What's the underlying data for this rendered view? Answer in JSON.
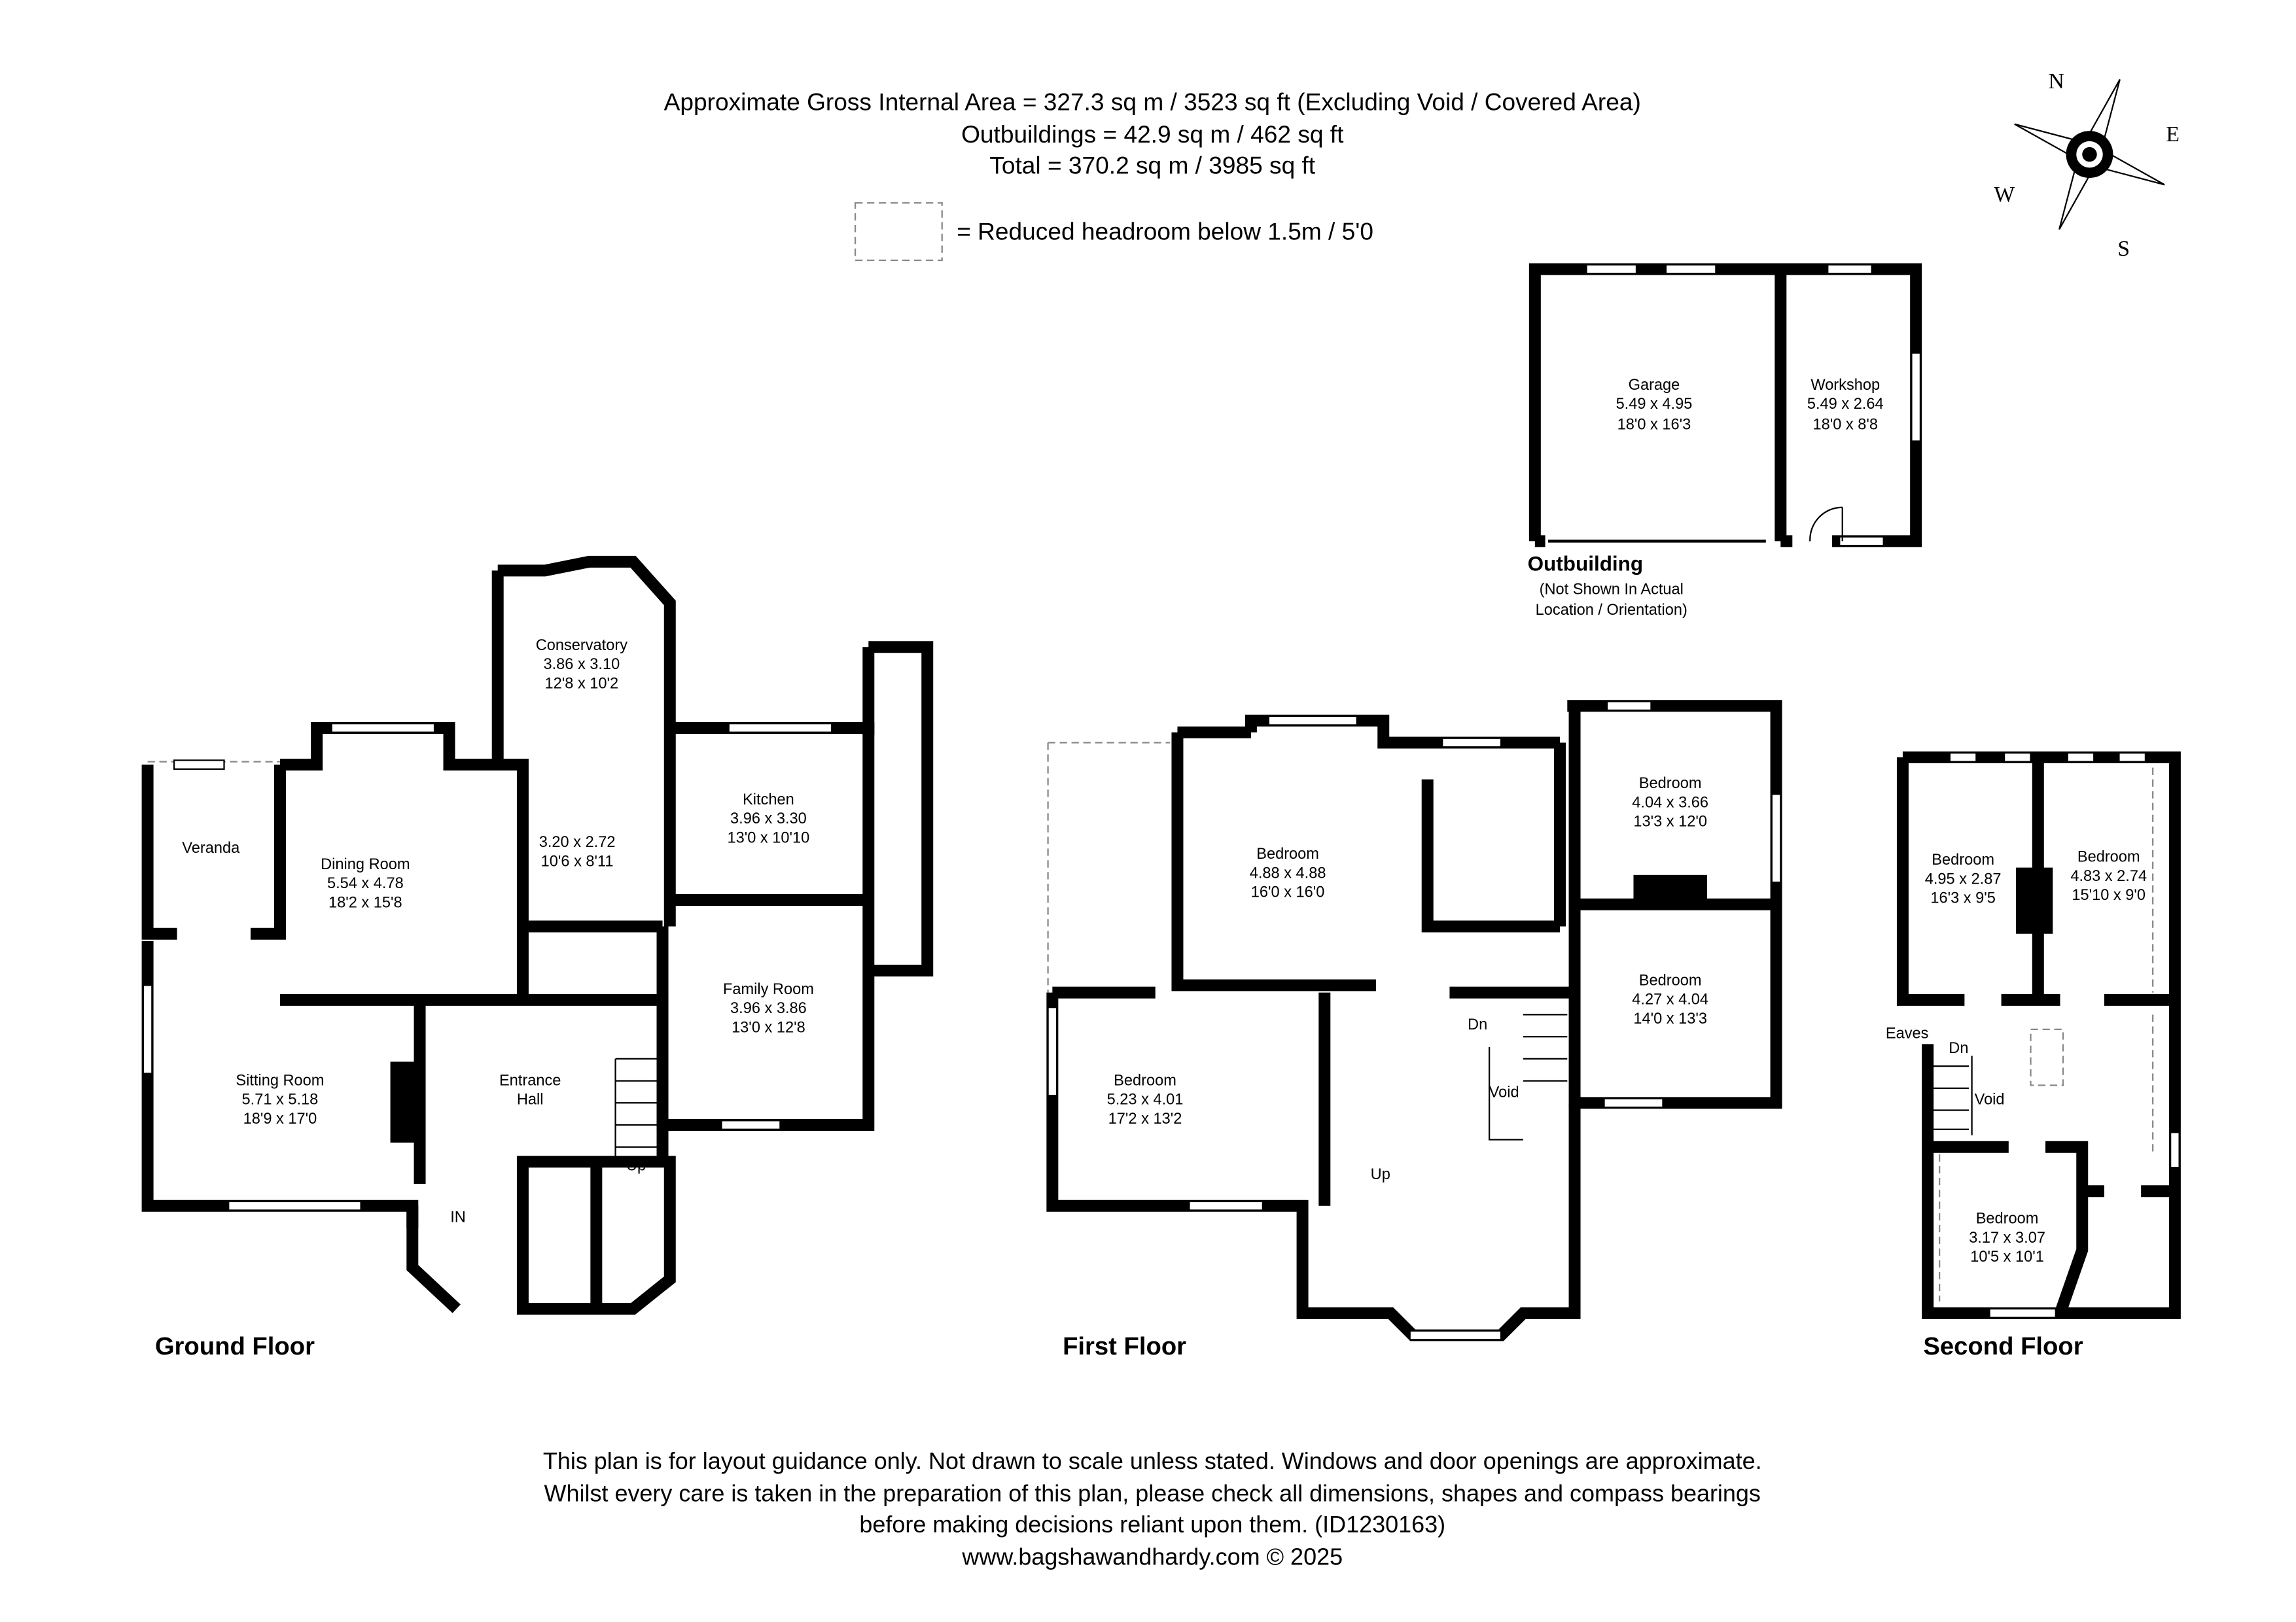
{
  "header": {
    "line1": "Approximate Gross Internal Area = 327.3 sq m / 3523 sq ft (Excluding Void / Covered Area)",
    "line2": "Outbuildings = 42.9 sq m / 462 sq ft",
    "line3": "Total = 370.2 sq m / 3985 sq ft",
    "legend": "= Reduced headroom below 1.5m / 5'0"
  },
  "compass": {
    "n": "N",
    "e": "E",
    "s": "S",
    "w": "W"
  },
  "outbuilding": {
    "title": "Outbuilding",
    "note1": "(Not Shown In Actual",
    "note2": "Location / Orientation)",
    "garage": {
      "name": "Garage",
      "metric": "5.49 x 4.95",
      "imperial": "18'0 x 16'3"
    },
    "workshop": {
      "name": "Workshop",
      "metric": "5.49 x 2.64",
      "imperial": "18'0 x 8'8"
    }
  },
  "ground": {
    "title": "Ground Floor",
    "conservatory": {
      "name": "Conservatory",
      "metric": "3.86 x 3.10",
      "imperial": "12'8 x 10'2"
    },
    "veranda": {
      "name": "Veranda"
    },
    "dining": {
      "name": "Dining Room",
      "metric": "5.54 x 4.78",
      "imperial": "18'2 x 15'8"
    },
    "room": {
      "metric": "3.20 x 2.72",
      "imperial": "10'6 x 8'11"
    },
    "kitchen": {
      "name": "Kitchen",
      "metric": "3.96 x 3.30",
      "imperial": "13'0 x 10'10"
    },
    "family": {
      "name": "Family Room",
      "metric": "3.96 x 3.86",
      "imperial": "13'0 x 12'8"
    },
    "sitting": {
      "name": "Sitting Room",
      "metric": "5.71 x 5.18",
      "imperial": "18'9 x 17'0"
    },
    "hall": {
      "name1": "Entrance",
      "name2": "Hall"
    },
    "up": "Up",
    "in": "IN"
  },
  "first": {
    "title": "First Floor",
    "bed1": {
      "name": "Bedroom",
      "metric": "4.88 x 4.88",
      "imperial": "16'0 x 16'0"
    },
    "bed2": {
      "name": "Bedroom",
      "metric": "4.04 x 3.66",
      "imperial": "13'3 x 12'0"
    },
    "bed3": {
      "name": "Bedroom",
      "metric": "4.27 x 4.04",
      "imperial": "14'0 x 13'3"
    },
    "bed4": {
      "name": "Bedroom",
      "metric": "5.23 x 4.01",
      "imperial": "17'2 x 13'2"
    },
    "void": "Void",
    "dn": "Dn",
    "up": "Up"
  },
  "second": {
    "title": "Second Floor",
    "bed1": {
      "name": "Bedroom",
      "metric": "4.95 x 2.87",
      "imperial": "16'3 x 9'5"
    },
    "bed2": {
      "name": "Bedroom",
      "metric": "4.83 x 2.74",
      "imperial": "15'10 x 9'0"
    },
    "bed3": {
      "name": "Bedroom",
      "metric": "3.17 x 3.07",
      "imperial": "10'5 x 10'1"
    },
    "eaves": "Eaves",
    "dn": "Dn",
    "void": "Void"
  },
  "footer": {
    "line1": "This plan is for layout guidance only. Not drawn to scale unless stated. Windows and door openings are approximate.",
    "line2": "Whilst every care is taken in the preparation of this plan, please check all dimensions, shapes and compass bearings",
    "line3": "before making decisions reliant upon them. (ID1230163)",
    "line4": "www.bagshawandhardy.com © 2025"
  }
}
